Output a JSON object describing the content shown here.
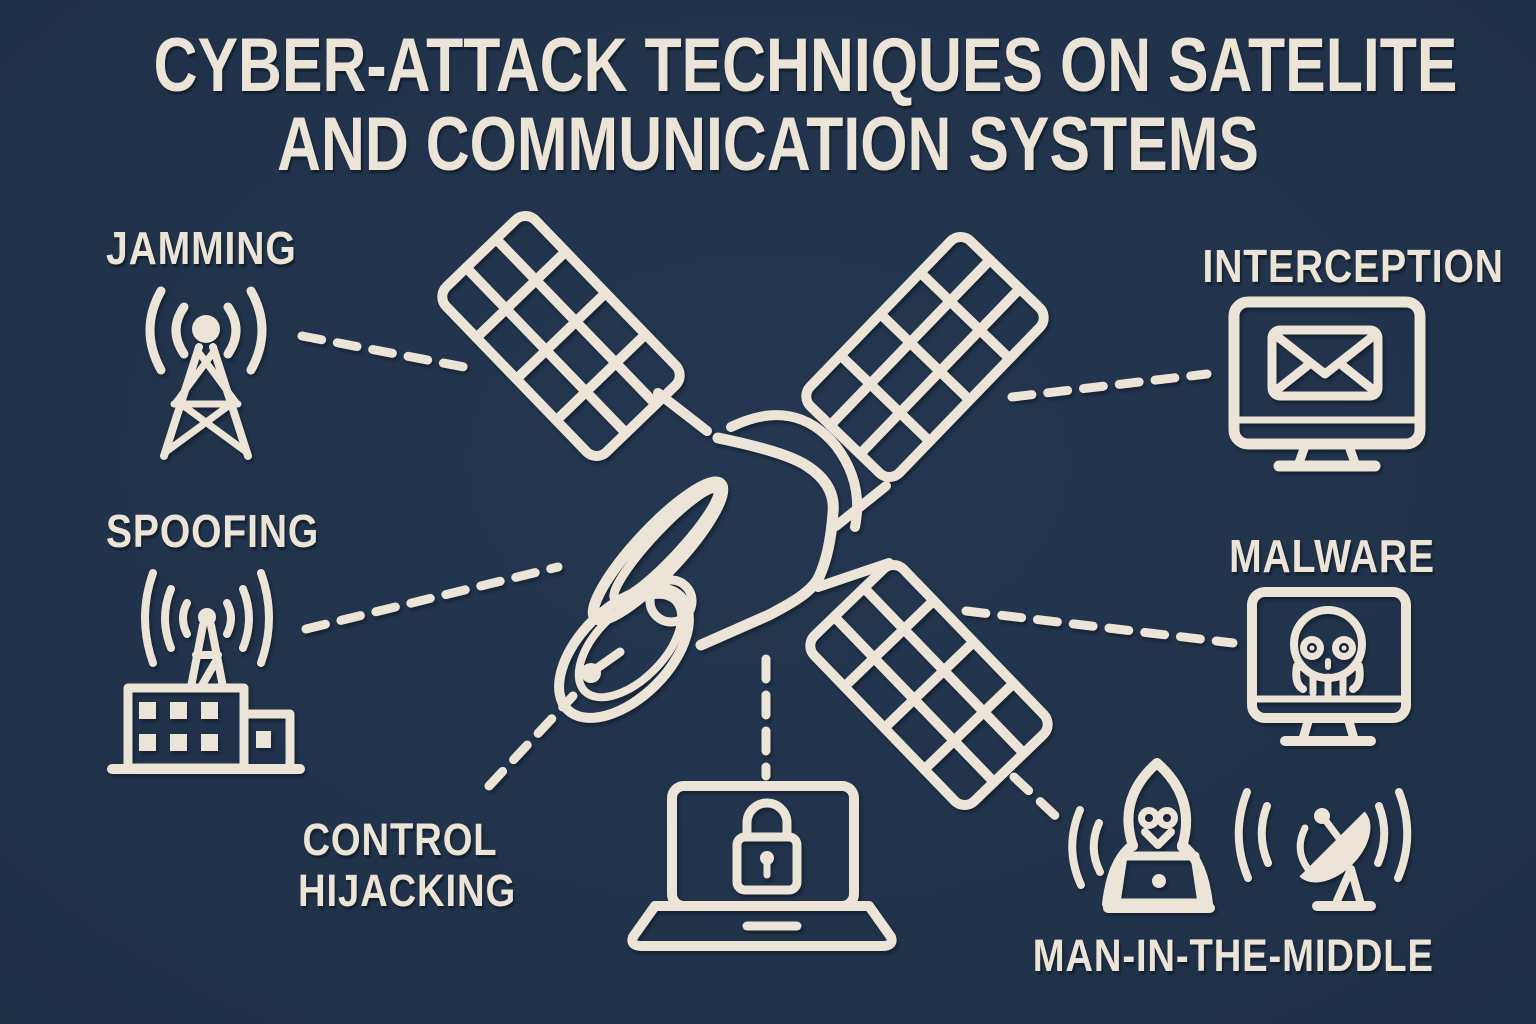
{
  "title": {
    "lines": [
      "CYBER-ATTACK TECHNIQUES ON SATELITE",
      "AND COMMUNICATION SYSTEMS"
    ]
  },
  "palette": {
    "background": "#20324A",
    "ink": "#ECE4D6"
  },
  "nodes": {
    "jamming": {
      "label": "JAMMING",
      "icon": "radio-tower-icon"
    },
    "spoofing": {
      "label": "SPOOFING",
      "icon": "transmitter-building-icon"
    },
    "control_hijacking": {
      "lines": [
        "CONTROL",
        "HIJACKING"
      ]
    },
    "interception": {
      "label": "INTERCEPTION",
      "icon": "monitor-envelope-icon"
    },
    "malware": {
      "label": "MALWARE",
      "icon": "monitor-skull-icon"
    },
    "man_in_the_middle": {
      "label": "MAN-IN-THE-MIDDLE",
      "icon": "hacker-laptop-dish-icon"
    }
  },
  "center": {
    "icon": "satellite-icon"
  },
  "ground": {
    "icon": "laptop-padlock-icon"
  }
}
